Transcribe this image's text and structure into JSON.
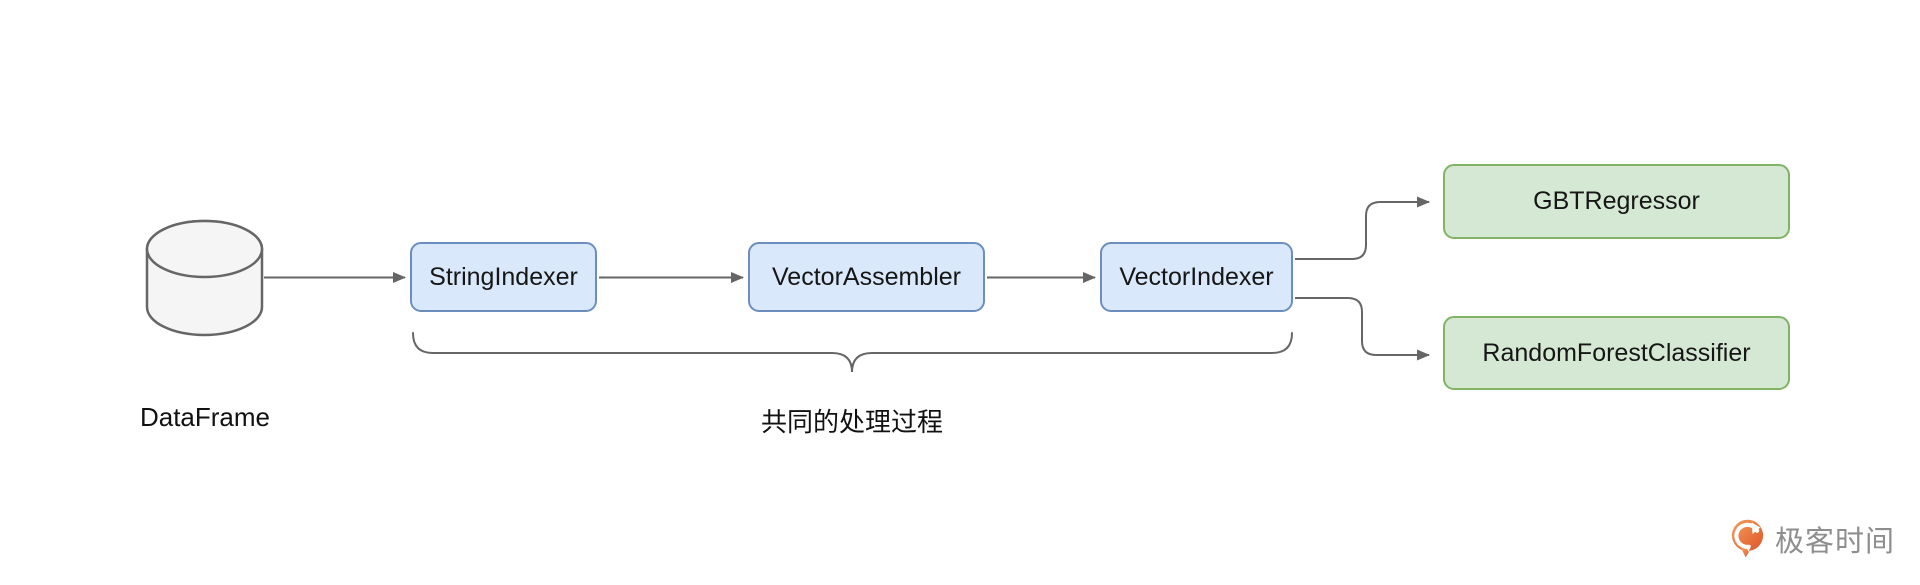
{
  "diagram": {
    "source": {
      "label": "DataFrame",
      "shape": "database-cylinder"
    },
    "pipeline_nodes": [
      {
        "id": "stringindexer",
        "label": "StringIndexer"
      },
      {
        "id": "vectorassembler",
        "label": "VectorAssembler"
      },
      {
        "id": "vectorindexer",
        "label": "VectorIndexer"
      }
    ],
    "output_nodes": [
      {
        "id": "gbtregressor",
        "label": "GBTRegressor"
      },
      {
        "id": "randomforestclassifier",
        "label": "RandomForestClassifier"
      }
    ],
    "edges": [
      {
        "from": "dataframe",
        "to": "stringindexer"
      },
      {
        "from": "stringindexer",
        "to": "vectorassembler"
      },
      {
        "from": "vectorassembler",
        "to": "vectorindexer"
      },
      {
        "from": "vectorindexer",
        "to": "gbtregressor"
      },
      {
        "from": "vectorindexer",
        "to": "randomforestclassifier"
      }
    ],
    "brace_label": "共同的处理过程",
    "colors": {
      "process_fill": "#dae8fc",
      "process_border": "#6c8ebf",
      "model_fill": "#d5e8d4",
      "model_border": "#82b366",
      "cylinder_fill": "#f5f5f5",
      "line": "#666666",
      "text": "#161616",
      "logo_orange": "#e8623a",
      "logo_text_gray": "#8e8e8e"
    }
  },
  "branding": {
    "logo_text": "极客时间"
  }
}
